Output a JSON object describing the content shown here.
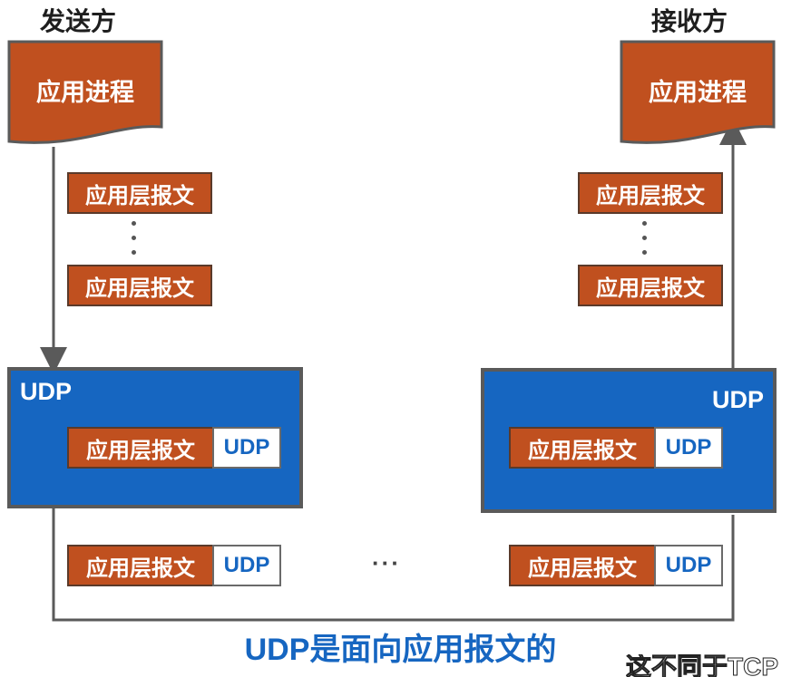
{
  "sender": {
    "title": "发送方",
    "process": "应用进程",
    "messages": [
      "应用层报文",
      "应用层报文"
    ],
    "udp_box_label": "UDP",
    "datagram": {
      "message": "应用层报文",
      "header": "UDP"
    }
  },
  "receiver": {
    "title": "接收方",
    "process": "应用进程",
    "messages": [
      "应用层报文",
      "应用层报文"
    ],
    "udp_box_label": "UDP",
    "datagram": {
      "message": "应用层报文",
      "header": "UDP"
    }
  },
  "channel": {
    "datagram_left": {
      "message": "应用层报文",
      "header": "UDP"
    },
    "datagram_right": {
      "message": "应用层报文",
      "header": "UDP"
    },
    "ellipsis": "···"
  },
  "caption": "UDP是面向应用报文的",
  "cut_subtitle": "这不同于TCP",
  "colors": {
    "message_fill": "#c0501f",
    "udp_blue": "#1666c1",
    "line_gray": "#5a5a5a"
  }
}
